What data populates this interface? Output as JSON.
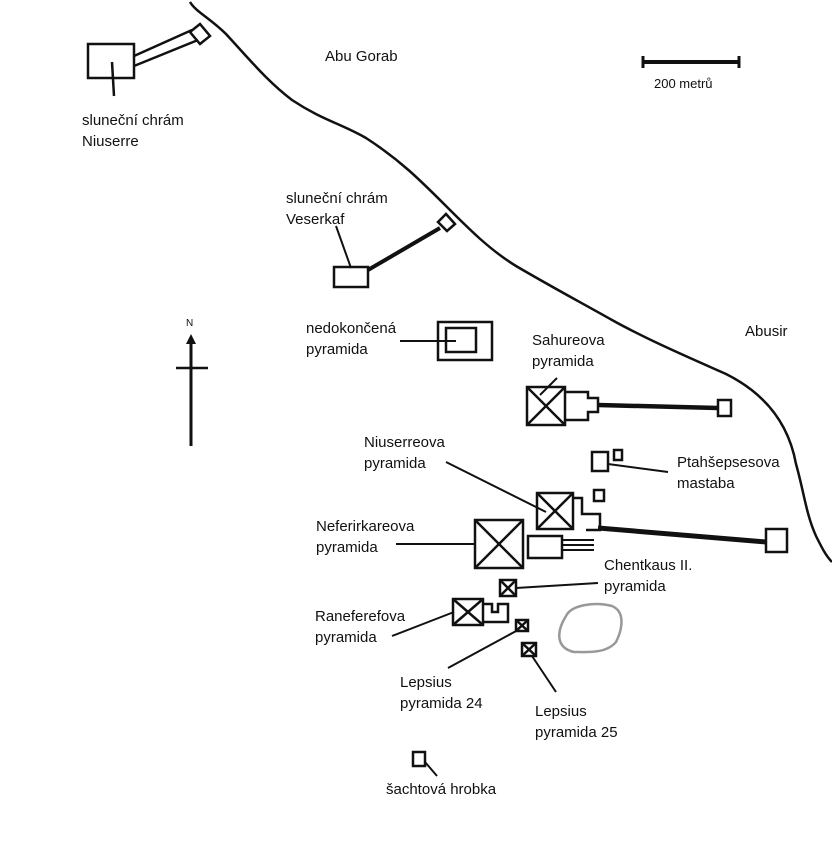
{
  "places": {
    "abu_gorab": "Abu Gorab",
    "abusir": "Abusir"
  },
  "scale": {
    "label": "200 metrů"
  },
  "north": {
    "label": "N"
  },
  "features": {
    "sun_temple_niuserre": {
      "line1": "sluneční chrám",
      "line2": "Niuserre"
    },
    "sun_temple_userkaf": {
      "line1": "sluneční chrám",
      "line2": "Veserkaf"
    },
    "unfinished_pyramid": {
      "line1": "nedokončená",
      "line2": "pyramida"
    },
    "sahure_pyramid": {
      "line1": "Sahureova",
      "line2": "pyramida"
    },
    "niuserre_pyramid": {
      "line1": "Niuserreova",
      "line2": "pyramida"
    },
    "ptahshepses_mastaba": {
      "line1": "Ptahšepsesova",
      "line2": "mastaba"
    },
    "neferirkare_pyramid": {
      "line1": "Neferirkareova",
      "line2": "pyramida"
    },
    "khentkaus_pyramid": {
      "line1": "Chentkaus II.",
      "line2": "pyramida"
    },
    "raneferef_pyramid": {
      "line1": "Raneferefova",
      "line2": "pyramida"
    },
    "lepsius_24": {
      "line1": "Lepsius",
      "line2": "pyramida 24"
    },
    "lepsius_25": {
      "line1": "Lepsius",
      "line2": "pyramida 25"
    },
    "shaft_tomb": {
      "line1": "šachtová hrobka"
    }
  },
  "colors": {
    "ink": "#111111",
    "lake": "#999999"
  }
}
